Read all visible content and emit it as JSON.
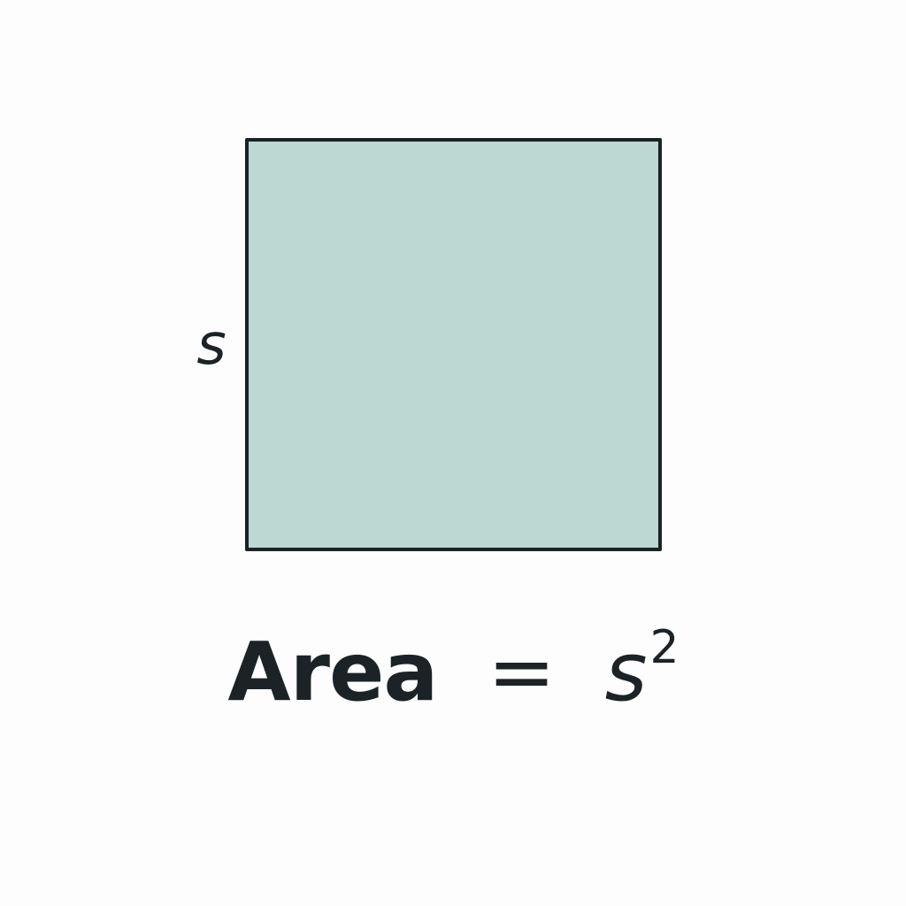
{
  "colors": {
    "background": "#fdfdfd",
    "square_fill": "#bdd8d3",
    "outline": "#1b2327",
    "text": "#1b2327"
  },
  "diagram": {
    "shape": "square",
    "side_label": "s",
    "formula": {
      "word": "Area",
      "equals": "=",
      "variable": "s",
      "exponent": "2"
    }
  }
}
